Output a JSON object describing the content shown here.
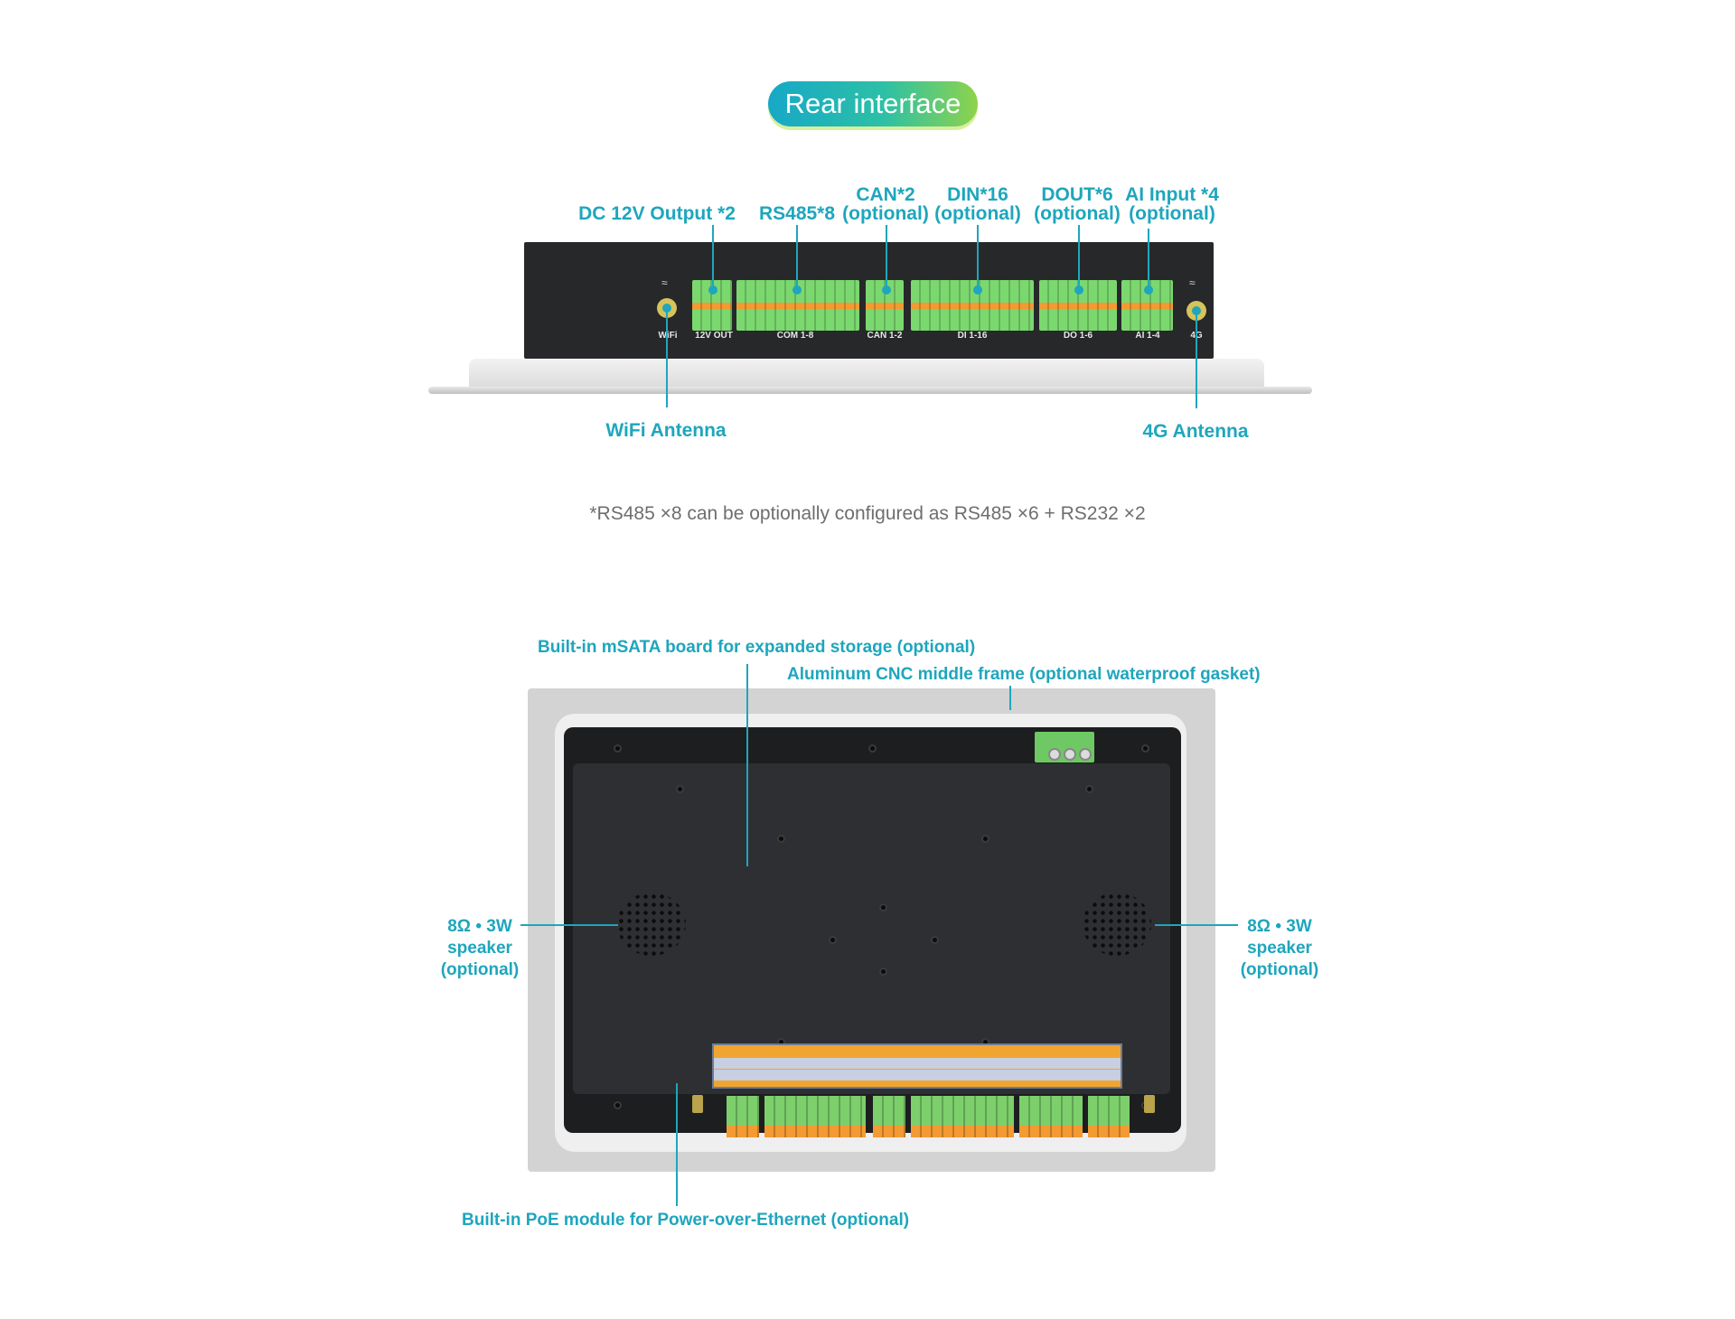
{
  "title": "Rear interface",
  "top_callouts": {
    "dc_out": "DC 12V Output *2",
    "rs485": "RS485*8",
    "can_l1": "CAN*2",
    "can_l2": "(optional)",
    "din_l1": "DIN*16",
    "din_l2": "(optional)",
    "dout_l1": "DOUT*6",
    "dout_l2": "(optional)",
    "ai_l1": "AI Input *4",
    "ai_l2": "(optional)",
    "wifi": "WiFi Antenna",
    "ant4g": "4G Antenna"
  },
  "port_labels": {
    "wifi": "WiFi",
    "out12v": "12V OUT",
    "com": "COM 1-8",
    "can": "CAN 1-2",
    "di": "DI 1-16",
    "do": "DO 1-6",
    "ai": "AI 1-4",
    "g4": "4G"
  },
  "note": "*RS485 ×8 can be optionally configured as RS485 ×6 + RS232 ×2",
  "back_callouts": {
    "msata": "Built-in mSATA board for expanded storage (optional)",
    "frame": "Aluminum CNC middle frame (optional waterproof gasket)",
    "spk_left_1": "8Ω • 3W",
    "spk_left_2": "speaker",
    "spk_left_3": "(optional)",
    "spk_right_1": "8Ω • 3W",
    "spk_right_2": "speaker",
    "spk_right_3": "(optional)",
    "poe": "Built-in PoE module for Power-over-Ethernet (optional)"
  },
  "colors": {
    "accent": "#1ea6bd",
    "terminal_green": "#6ec863",
    "terminal_orange": "#f39a32",
    "housing_black": "#27282a"
  }
}
